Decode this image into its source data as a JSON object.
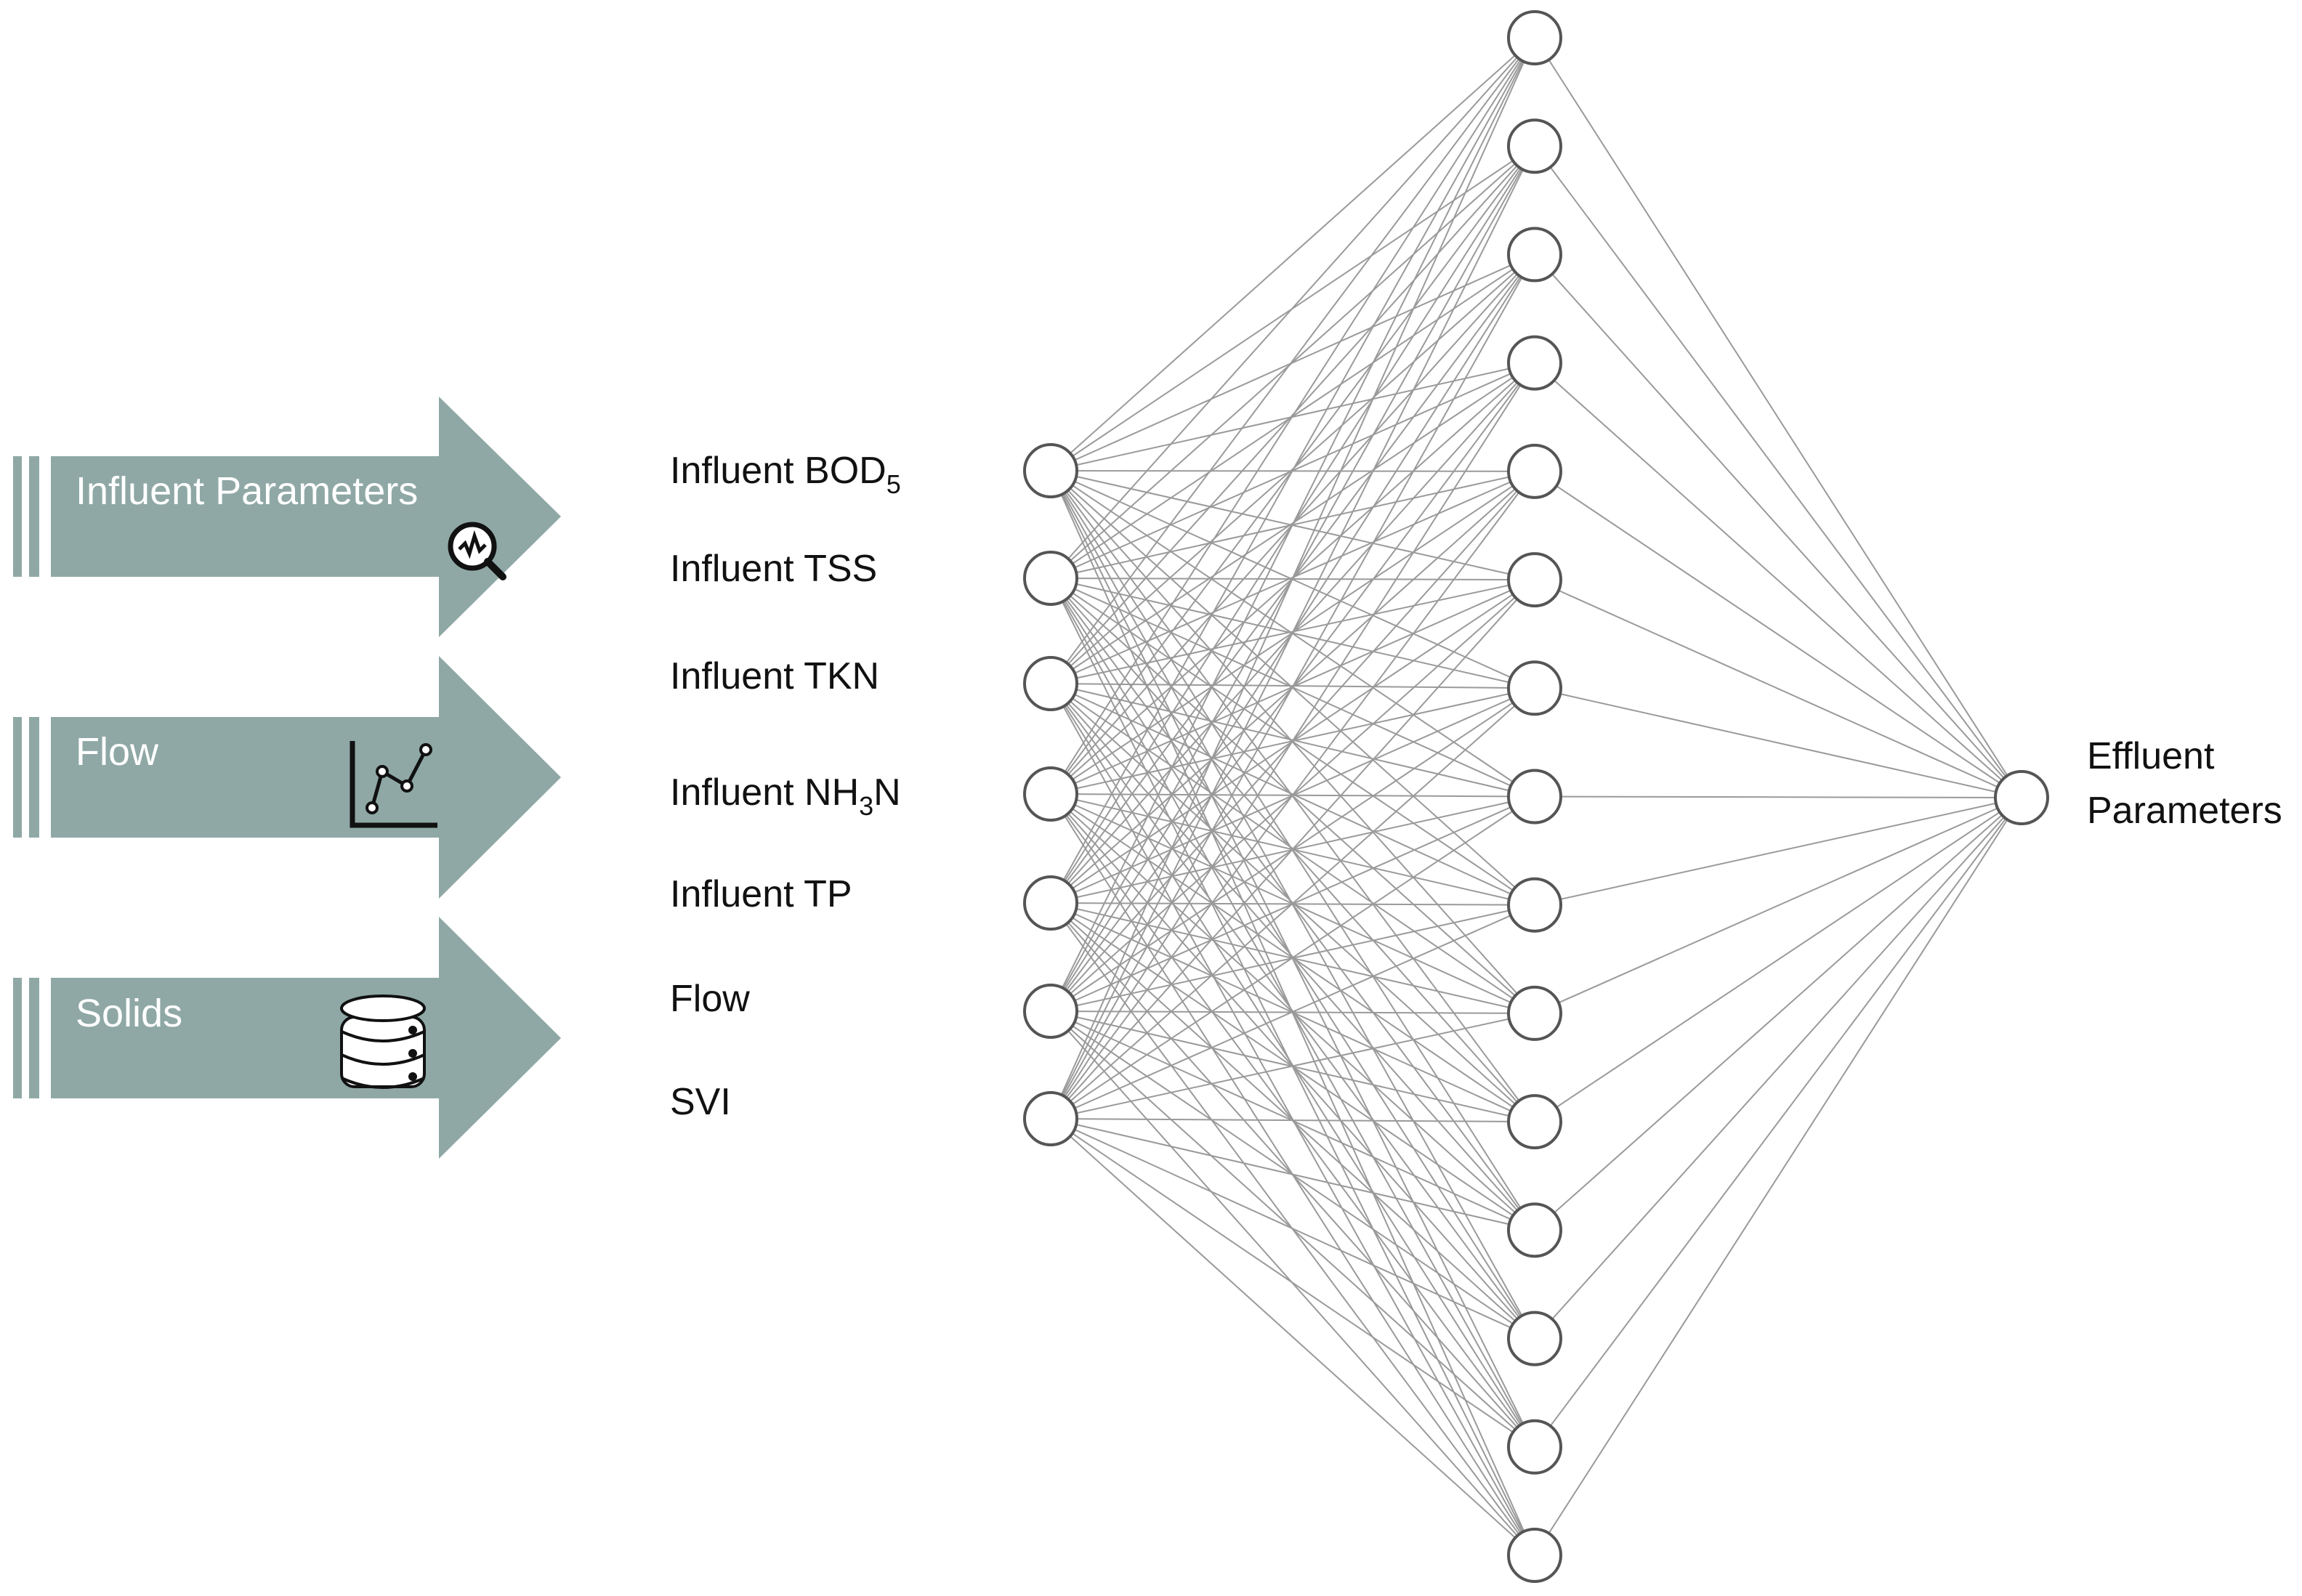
{
  "arrows": [
    {
      "label": "Influent Parameters",
      "icon": "magnifier-chart-icon"
    },
    {
      "label": "Flow",
      "icon": "line-chart-icon"
    },
    {
      "label": "Solids",
      "icon": "database-icon"
    }
  ],
  "inputs": [
    {
      "text": "Influent BOD",
      "sub": "5",
      "tail": ""
    },
    {
      "text": "Influent TSS",
      "sub": "",
      "tail": ""
    },
    {
      "text": "Influent TKN",
      "sub": "",
      "tail": ""
    },
    {
      "text": "Influent NH",
      "sub": "3",
      "tail": "N"
    },
    {
      "text": "Influent TP",
      "sub": "",
      "tail": ""
    },
    {
      "text": "Flow",
      "sub": "",
      "tail": ""
    },
    {
      "text": "SVI",
      "sub": "",
      "tail": ""
    }
  ],
  "hidden_layer": {
    "node_count": 15
  },
  "output": {
    "line1": "Effluent",
    "line2": "Parameters"
  },
  "colors": {
    "arrow_fill": "#8fa8a6",
    "node_stroke": "#555555",
    "edge": "#9a9a9a"
  }
}
